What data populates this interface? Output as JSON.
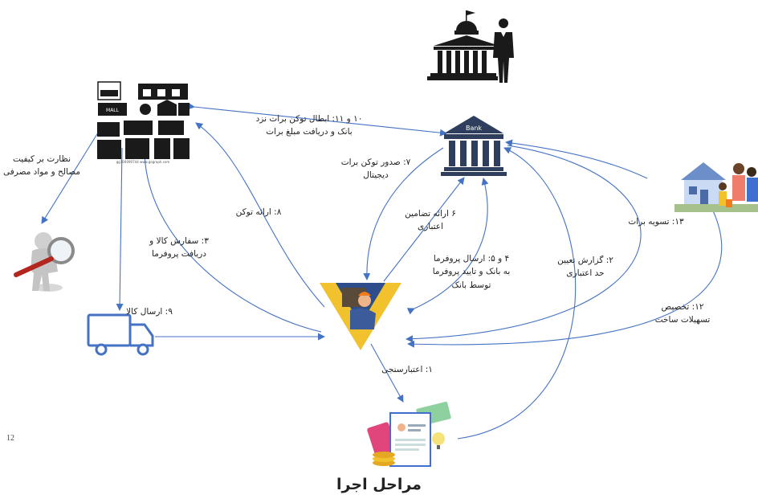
{
  "title": "مراحل اجرا",
  "page_number": "12",
  "icons": {
    "government_bank": "government-building-person-icon",
    "bank": "bank-icon",
    "bank_label": "Bank",
    "stores": "stores-grid-icon",
    "stores_caption": "gg104090744 www.gograph.com",
    "family": "family-house-icon",
    "inspector": "magnifier-inspector-icon",
    "truck": "delivery-truck-icon",
    "contractor": "contractor-builder-icon",
    "credit_report": "credit-report-icon"
  },
  "colors": {
    "arrow": "#4472c4",
    "bank": "#2e3e5c",
    "building": "#1a1a1a"
  },
  "labels": {
    "step1": "۱: اعتبارسنجی",
    "step2_line1": "۲: گزارش تعیین",
    "step2_line2": "حد اعتباری",
    "step3_line1": "۳: سفارش کالا و",
    "step3_line2": "دریافت پروفرما",
    "step45_line1": "۴ و ۵: ارسال پروفرما",
    "step45_line2": "به بانک و تایید پروفرما",
    "step45_line3": "توسط بانک",
    "step6_line1": "۶ ارائه تضامین",
    "step6_line2": "اعتباری",
    "step7_line1": "۷: صدور توکن برات",
    "step7_line2": "دیجیتال",
    "step8": "۸: ارائه توکن",
    "step9": "۹: ارسال کالا",
    "step10_11_line1": "۱۰ و ۱۱: ابطال توکن برات نزد",
    "step10_11_line2": "بانک و دریافت مبلغ برات",
    "step12_line1": "۱۲: تخصیص",
    "step12_line2": "تسهیلات ساخت",
    "step13": "۱۳: تسویه برات",
    "inspection_line1": "نظارت بر کیفیت",
    "inspection_line2": "مصالح و مواد مصرفی"
  }
}
